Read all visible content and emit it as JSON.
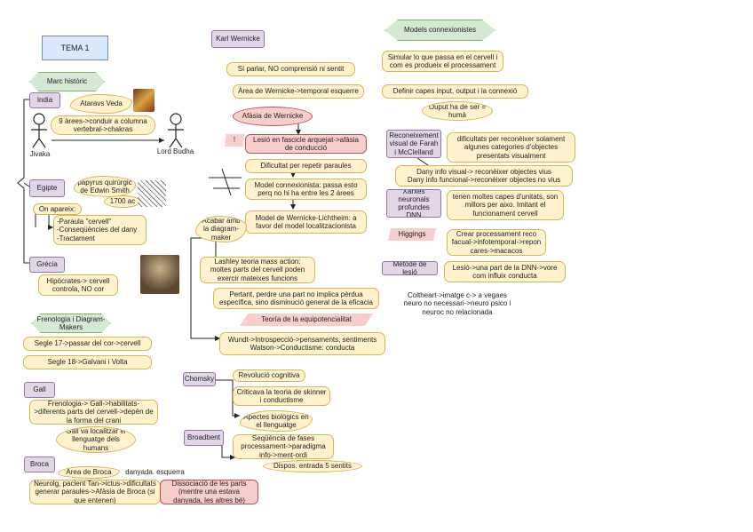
{
  "title": "TEMA 1",
  "left": {
    "marc_historic": "Marc històric",
    "india": {
      "label": "India",
      "ataravs": "Ataravs Veda",
      "areas": "9 àrees->conduir a columna vertebral->chakras",
      "jivaka": "Jivaka",
      "lord": "Lord Budha"
    },
    "egipte": {
      "label": "Egipte",
      "papyrus": "papyrus quirúrgic de Edwin Smith",
      "year": "1700 ac",
      "on_apareix": "On apareix:",
      "list": "-Paraula \"cervell\"\n-Conseqüències del dany\n-Tractament"
    },
    "grecia": {
      "label": "Grècia",
      "hipocrates": "Hipòcrates-> cervell controla, NO cor"
    },
    "frenologia": "Frenologia i Diagram-Makers",
    "segle17": "Segle 17->passar del cor->cervell",
    "segle18": "Segle 18->Galvani i Volta",
    "gall": {
      "label": "Gall",
      "text": "Frenologia-> Gall->habilitats->diferents parts del cervell->depèn de la forma del crani",
      "ellipse": "Gall va localitzar el llenguatge dels humans"
    },
    "broca": {
      "label": "Broca",
      "area": "Àrea de Broca",
      "danyada": "danyada. esquerra",
      "text": "Neurolg, pacient Tan->ictus->dificultats generar paraules->Afàsia de Broca (si que entenen)",
      "dissociacio": "Dissociació de les parts (mentre una estava danyada, les altres bé)"
    }
  },
  "middle": {
    "wernicke": "Karl Wernicke",
    "parla": "Sí parlar, NO comprensió ni sentit",
    "area": "Àrea de Wernicke->temporal esquerre",
    "afasia": "Afàsia de Wernicke",
    "lesio": "Lesió en fascicle arquejat->afàsia de conducció",
    "exclam": "!",
    "dificultat": "Dificultat per repetir paraules",
    "model_conn": "Model connexionista: passa esto perq no hi ha entre les 2 àrees",
    "model_wl": "Model de Wernicke-Lichtheim: a favor del model localitzacionista",
    "acabar": "Acabar amb la diagram-maker",
    "lashley": "Lashley teoria mass action: moltes parts del cervell poden exercir mateixes funcions",
    "pertant": "Pertant, perdre una part no implica pèrdua específica, sino disminució general de la eficacia",
    "equipot": "Teoría de la equipotencialitat",
    "wundt": "Wundt->Introspecció->pensaments, sentiments\nWatson->Conductisme: conducta",
    "chomsky": "Chomsky",
    "revolucio": "Revolució cognitiva",
    "critica": "Criticava la teoria de skinner i conductisme",
    "apectes": "Apectes biològics en el llenguatge",
    "broadbent": "Broadbent",
    "sequencia": "Seqüència de fases processament->paradigma info->ment-ordi",
    "dispos": "Dispos. entrada 5 sentits"
  },
  "right": {
    "header": "Models connexionistes",
    "simular": "Simular lo que passa en el cervell i com es produeix el processament",
    "definir": "Definir capes input, output i la connexió",
    "output": "Ouput ha de ser = humà",
    "farah": "Reconeixement visual de Farah i McClelland",
    "farah_text": "dificultats per reconèixer solament algunes categories d'objectes presentats visualment",
    "dany": "Dany info visual-> reconèixer objectes vius\nDany info funcional->reconèixer objectes no vius",
    "xarxes": "Xarxes neuronals profundes DNN",
    "xarxes_text": "tenen moltes capes d'unitats, son millors per aixo. Imitant el funcionament cervell",
    "higgings": "Higgings",
    "higgings_text": "Crear processament reco facual->infotemporal->repon cares->macacos",
    "metode": "Mètode de lesió",
    "metode_text": "Lesió->una part de la DNN->vore com influix conducta",
    "coltheart": "Coltheart->imatge c-> a vegaes neuro no necessari->neuro psico i neuroc no relacionada"
  },
  "colors": {
    "yellow": "#fff2cc",
    "purple": "#e1d5e7",
    "blue": "#dae8fc",
    "red": "#f8cecc",
    "green": "#d5e8d4"
  }
}
